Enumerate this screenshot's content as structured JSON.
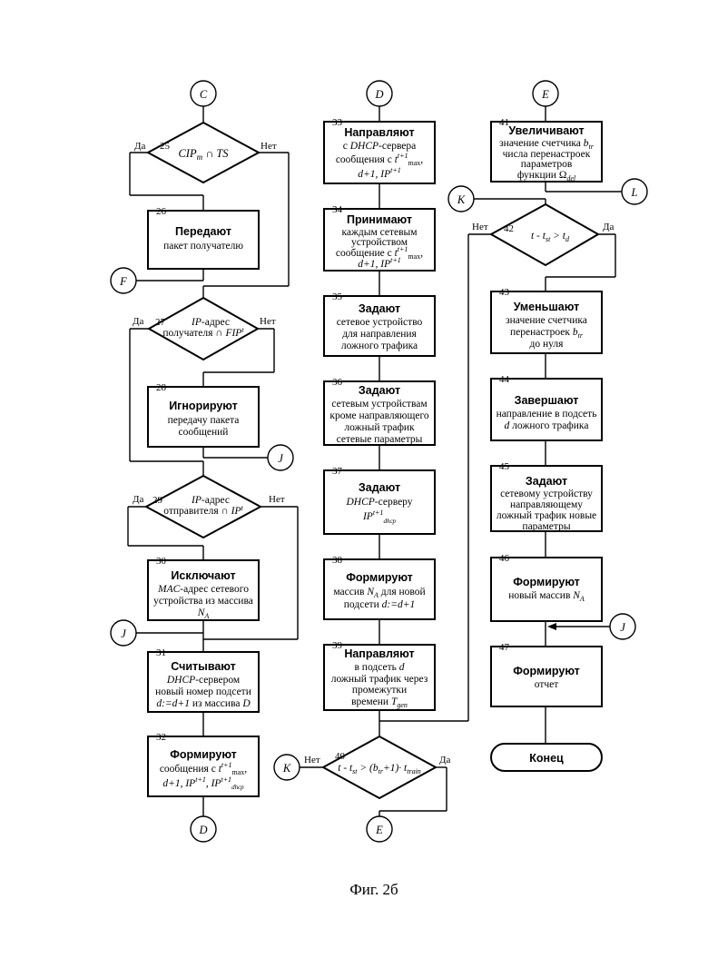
{
  "connectors": {
    "C": "C",
    "D": "D",
    "E": "E",
    "F": "F",
    "J": "J",
    "K": "K",
    "L": "L"
  },
  "decisions": {
    "d25": {
      "num": "25",
      "text": "CIPm ∩ TS",
      "yes": "Да",
      "no": "Нет"
    },
    "d27": {
      "num": "27",
      "line1": "IP-адрес",
      "line2": "получателя ∩ FIPt",
      "yes": "Да",
      "no": "Нет"
    },
    "d29": {
      "num": "29",
      "line1": "IP-адрес",
      "line2": "отправителя ∩ IPt",
      "yes": "Да",
      "no": "Нет"
    },
    "d40": {
      "num": "40",
      "text": "t - tst > (btr+1)· ttrain",
      "yes": "Да",
      "no": "Нет"
    },
    "d42": {
      "num": "42",
      "text": "t - tst > td",
      "yes": "Да",
      "no": "Нет"
    }
  },
  "blocks": {
    "b26": {
      "num": "26",
      "title": "Передают",
      "l1": "пакет получателю"
    },
    "b28": {
      "num": "28",
      "title": "Игнорируют",
      "l1": "передачу пакета",
      "l2": "сообщений"
    },
    "b30": {
      "num": "30",
      "title": "Исключают",
      "l1": "MAC-адрес сетевого",
      "l2": "устройства из массива",
      "l3": "NA"
    },
    "b31": {
      "num": "31",
      "title": "Считывают",
      "l1": "DHCP-сервером",
      "l2": "новый номер подсети",
      "l3": "d:=d+1  из массива D"
    },
    "b32": {
      "num": "32",
      "title": "Формируют",
      "l1": "сообщения с tt+1max,",
      "l2": "d+1, IPt+1, IPt+1dhcp"
    },
    "b33": {
      "num": "33",
      "title": "Направляют",
      "l1": "с DHCP-сервера",
      "l2": "сообщения с tt+1max,",
      "l3": "d+1, IPt+1"
    },
    "b34": {
      "num": "34",
      "title": "Принимают",
      "l1": "каждым сетевым",
      "l2": "устройством",
      "l3": "сообщение  с tt+1max,",
      "l4": "d+1, IPt+1"
    },
    "b35": {
      "num": "35",
      "title": "Задают",
      "l1": "сетевое устройство",
      "l2": "для направления",
      "l3": "ложного трафика"
    },
    "b36": {
      "num": "36",
      "title": "Задают",
      "l1": "сетевым устройствам",
      "l2": "кроме направляющего",
      "l3": "ложный трафик",
      "l4": "сетевые параметры"
    },
    "b37": {
      "num": "37",
      "title": "Задают",
      "l1": "DHCP-серверу",
      "l2": "IPt+1dhcp"
    },
    "b38": {
      "num": "38",
      "title": "Формируют",
      "l1": "массив NA для новой",
      "l2": "подсети d:=d+1"
    },
    "b39": {
      "num": "39",
      "title": "Направляют",
      "l1": "в подсеть d",
      "l2": "ложный трафик через",
      "l3": "промежутки",
      "l4": "времени Tgen"
    },
    "b41": {
      "num": "41",
      "title": "Увеличивают",
      "l1": "значение счетчика btr",
      "l2": "числа перенастроек",
      "l3": "параметров",
      "l4": "функции Ωdel"
    },
    "b43": {
      "num": "43",
      "title": "Уменьшают",
      "l1": "значение счетчика",
      "l2": "перенастроек btr",
      "l3": "до нуля"
    },
    "b44": {
      "num": "44",
      "title": "Завершают",
      "l1": "направление в подсеть",
      "l2": "d ложного трафика"
    },
    "b45": {
      "num": "45",
      "title": "Задают",
      "l1": "сетевому устройству",
      "l2": "направляющему",
      "l3": "ложный трафик новые",
      "l4": "параметры"
    },
    "b46": {
      "num": "46",
      "title": "Формируют",
      "l1": "новый массив NA"
    },
    "b47": {
      "num": "47",
      "title": "Формируют",
      "l1": "отчет"
    }
  },
  "end_label": "Конец",
  "figure_caption": "Фиг. 2б"
}
